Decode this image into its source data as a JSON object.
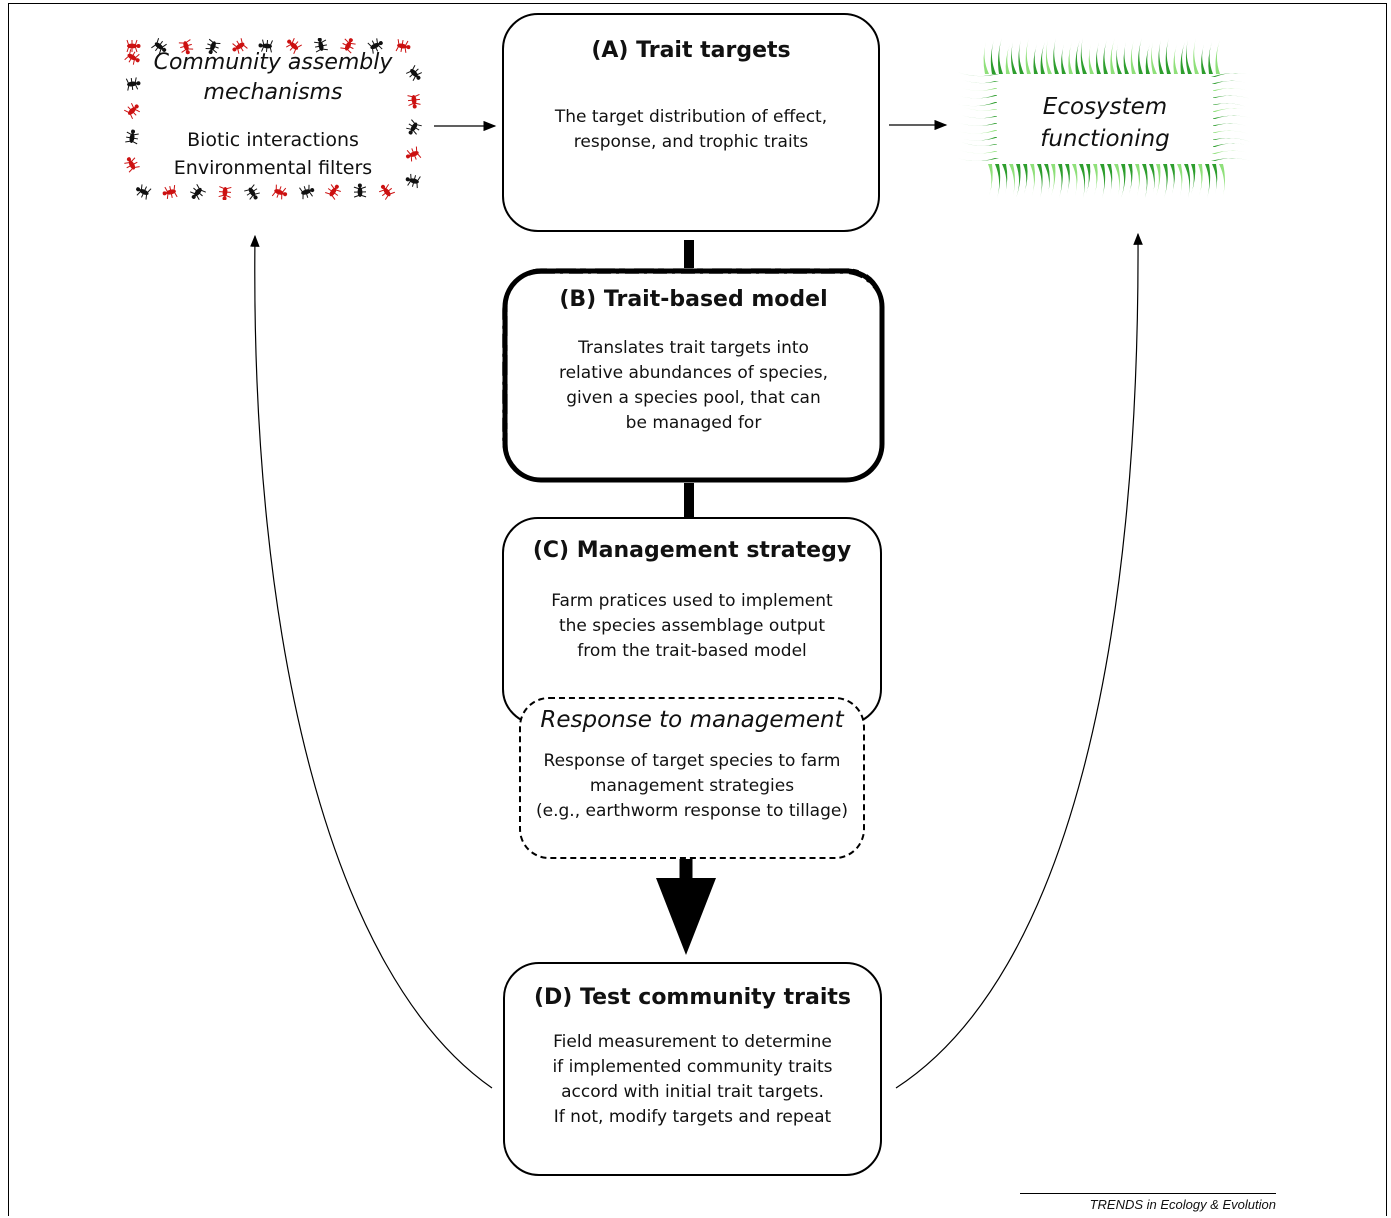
{
  "boxes": {
    "a": {
      "title": "(A) Trait targets",
      "lines": [
        "The target distribution of effect,",
        "response, and trophic traits"
      ]
    },
    "b": {
      "title": "(B) Trait-based model",
      "lines": [
        "Translates trait targets into",
        "relative abundances of species,",
        "given a species pool, that can",
        "be managed for"
      ]
    },
    "c": {
      "title": "(C) Management strategy",
      "lines": [
        "Farm pratices used to implement",
        "the species assemblage output",
        "from the trait-based model"
      ]
    },
    "response": {
      "title": "Response to management",
      "lines": [
        "Response of target species to farm",
        "management strategies",
        "(e.g., earthworm response to tillage)"
      ]
    },
    "d": {
      "title": "(D) Test community traits",
      "lines": [
        "Field measurement to determine",
        "if implemented community traits",
        "accord with initial trait targets.",
        "If not, modify targets and repeat"
      ]
    },
    "community": {
      "title_lines": [
        "Community assembly",
        "mechanisms"
      ],
      "lines": [
        "Biotic interactions",
        "Environmental filters"
      ]
    },
    "ecosystem": {
      "title_lines": [
        "Ecosystem",
        "functioning"
      ]
    }
  },
  "credit": "TRENDS in Ecology & Evolution",
  "colors": {
    "ant_red": "#cc1111",
    "ant_black": "#111111",
    "grass_dark": "#2e9e2e",
    "grass_light": "#8fe07a"
  }
}
